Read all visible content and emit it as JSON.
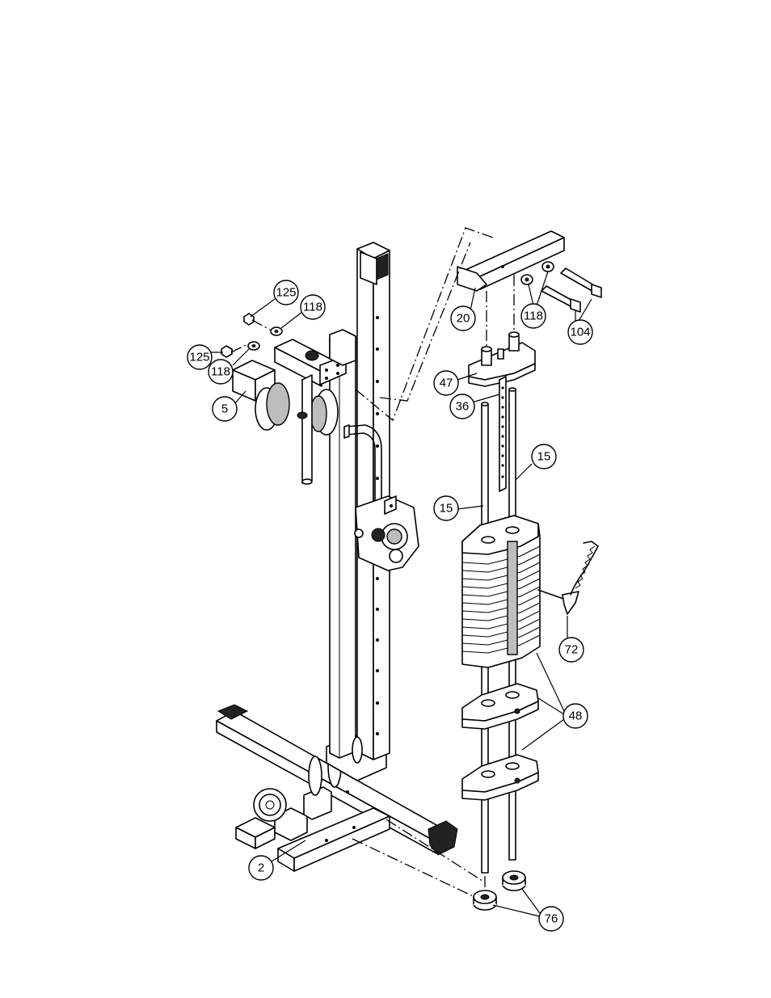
{
  "callouts": {
    "c125a": "125",
    "c118a": "118",
    "c125b": "125",
    "c118b": "118",
    "c5": "5",
    "c20": "20",
    "c118c": "118",
    "c104": "104",
    "c47": "47",
    "c36": "36",
    "c15a": "15",
    "c15b": "15",
    "c72": "72",
    "c48": "48",
    "c2": "2",
    "c76": "76"
  }
}
